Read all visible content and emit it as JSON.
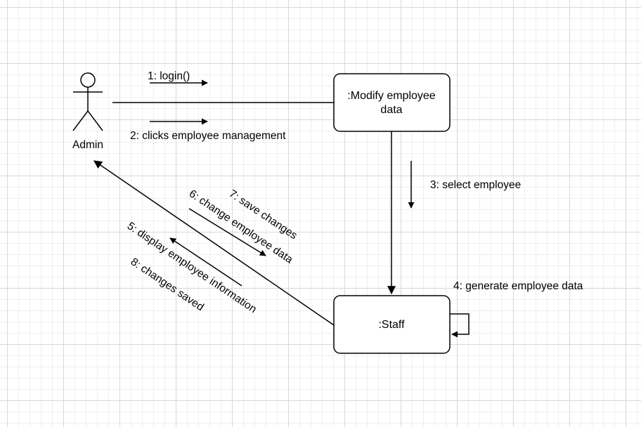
{
  "diagram": {
    "actor": {
      "label": "Admin"
    },
    "objects": {
      "modify": {
        "line1": ":Modify employee",
        "line2": "data"
      },
      "staff": {
        "label": ":Staff"
      }
    },
    "messages": {
      "m1": "1: login()",
      "m2": "2: clicks employee management",
      "m3": "3: select employee",
      "m4": "4: generate employee data",
      "m5": "5: display employee information",
      "m6": "6: change employee data",
      "m7": "7: save changes",
      "m8": "8: changes saved"
    }
  }
}
